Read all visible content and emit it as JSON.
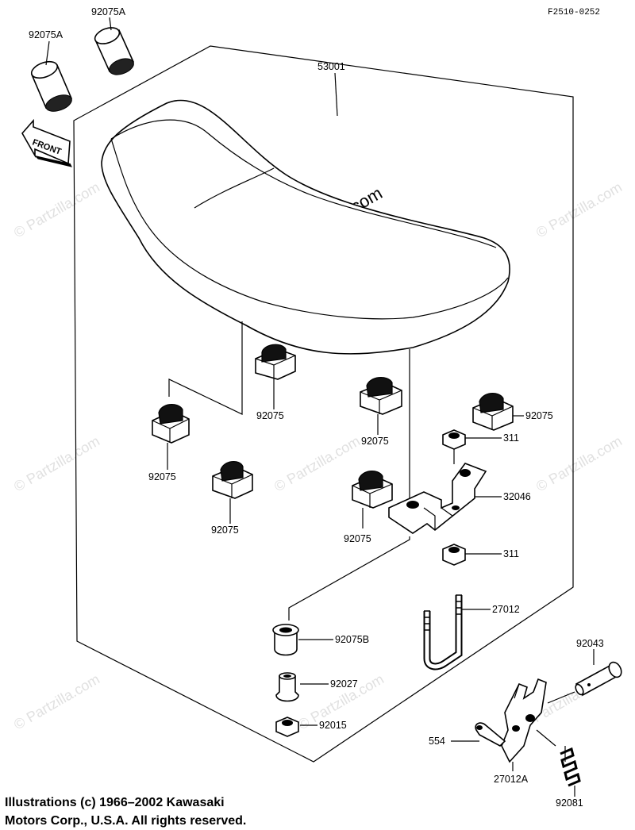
{
  "figure_code": "F2510-0252",
  "watermark": "© Partzilla.com",
  "front_label": "FRONT",
  "parts": {
    "seat": "53001",
    "collar_left": "92075A",
    "collar_top": "92075A",
    "damper_1": "92075",
    "damper_2": "92075",
    "damper_3": "92075",
    "damper_4": "92075",
    "damper_5": "92075",
    "damper_6": "92075",
    "nut_upper": "311",
    "bracket": "32046",
    "nut_lower": "311",
    "u_bolt": "27012",
    "damper_b": "92075B",
    "collar_92027": "92027",
    "nut_92015": "92015",
    "pin": "92043",
    "cotter_pin": "554",
    "hook": "27012A",
    "spring": "92081"
  },
  "footer": {
    "line1": "Illustrations (c) 1966–2002 Kawasaki",
    "line2": "Motors Corp., U.S.A.  All rights reserved."
  }
}
